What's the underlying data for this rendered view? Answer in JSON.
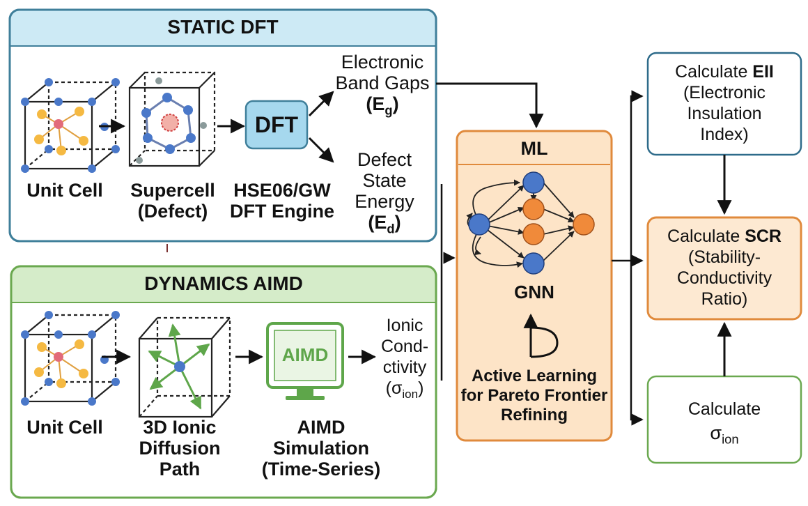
{
  "static_dft": {
    "title": "STATIC DFT",
    "unit_cell": "Unit Cell",
    "supercell_line1": "Supercell",
    "supercell_line2": "(Defect)",
    "dft_box": "DFT",
    "engine_line1": "HSE06/GW",
    "engine_line2": "DFT Engine"
  },
  "outputs": {
    "band_gaps_line1": "Electronic",
    "band_gaps_line2": "Band Gaps",
    "band_gaps_sym": "E",
    "band_gaps_sub": "g",
    "defect_line1": "Defect",
    "defect_line2": "State",
    "defect_line3": "Energy",
    "defect_sym": "E",
    "defect_sub": "d",
    "ionic_line1": "Ionic",
    "ionic_line2": "Cond-",
    "ionic_line3": "ctivity",
    "ionic_sym": "σ",
    "ionic_sub": "ion"
  },
  "dynamics": {
    "title": "DYNAMICS AIMD",
    "unit_cell": "Unit Cell",
    "path_line1": "3D Ionic",
    "path_line2": "Diffusion",
    "path_line3": "Path",
    "monitor_text": "AIMD",
    "sim_line1": "AIMD",
    "sim_line2": "Simulation",
    "sim_line3": "(Time-Series)"
  },
  "ml": {
    "title": "ML",
    "gnn": "GNN",
    "al_line1": "Active Learning",
    "al_line2": "for Pareto Frontier",
    "al_line3": "Refining"
  },
  "right": {
    "eii_pre": "Calculate ",
    "eii_bold": "EII",
    "eii_line2": "(Electronic",
    "eii_line3": "Insulation",
    "eii_line4": "Index)",
    "scr_pre": "Calculate ",
    "scr_bold": "SCR",
    "scr_line2": "(Stability-",
    "scr_line3": "Conductivity",
    "scr_line4": "Ratio)",
    "sigma_line1": "Calculate",
    "sigma_sym": "σ",
    "sigma_sub": "ion"
  },
  "colors": {
    "static_border": "#3f7f9a",
    "static_header": "#cdeaf5",
    "dyn_border": "#6aa84f",
    "dyn_header": "#d5ecc9",
    "ml_border": "#e08a3c",
    "ml_fill": "#fde4c7",
    "node_blue": "#4a78c9",
    "node_orange": "#f08a3a",
    "dft_fill": "#a6d8ee",
    "aimd_green": "#5ea64a"
  }
}
